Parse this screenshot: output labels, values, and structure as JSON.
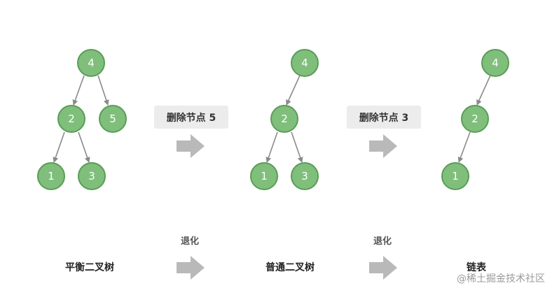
{
  "trees": [
    {
      "nodes": [
        {
          "id": "n4",
          "label": "4"
        },
        {
          "id": "n2",
          "label": "2"
        },
        {
          "id": "n5",
          "label": "5"
        },
        {
          "id": "n1",
          "label": "1"
        },
        {
          "id": "n3",
          "label": "3"
        }
      ],
      "edges": [
        [
          "n4",
          "n2"
        ],
        [
          "n4",
          "n5"
        ],
        [
          "n2",
          "n1"
        ],
        [
          "n2",
          "n3"
        ]
      ],
      "caption": "平衡二叉树"
    },
    {
      "nodes": [
        {
          "id": "n4",
          "label": "4"
        },
        {
          "id": "n2",
          "label": "2"
        },
        {
          "id": "n1",
          "label": "1"
        },
        {
          "id": "n3",
          "label": "3"
        }
      ],
      "edges": [
        [
          "n4",
          "n2"
        ],
        [
          "n2",
          "n1"
        ],
        [
          "n2",
          "n3"
        ]
      ],
      "caption": "普通二叉树"
    },
    {
      "nodes": [
        {
          "id": "n4",
          "label": "4"
        },
        {
          "id": "n2",
          "label": "2"
        },
        {
          "id": "n1",
          "label": "1"
        }
      ],
      "edges": [
        [
          "n4",
          "n2"
        ],
        [
          "n2",
          "n1"
        ]
      ],
      "caption": "链表"
    }
  ],
  "operations": [
    {
      "label": "删除节点  5",
      "degrade_label": "退化"
    },
    {
      "label": "删除节点  3",
      "degrade_label": "退化"
    }
  ],
  "watermark": "@稀土掘金技术社区"
}
